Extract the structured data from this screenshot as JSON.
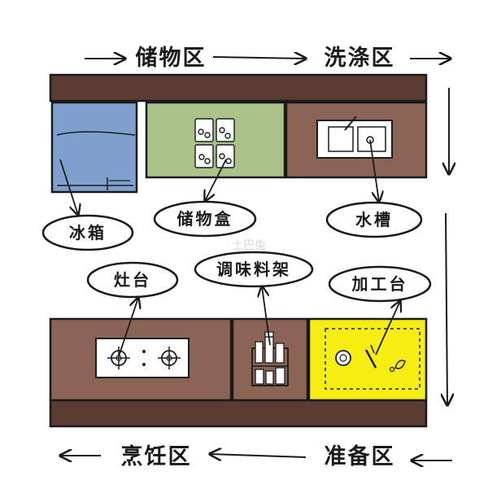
{
  "zones": {
    "storage": "储物区",
    "washing": "洗涤区",
    "cooking": "烹饪区",
    "prep": "准备区"
  },
  "labels": {
    "fridge": "冰箱",
    "storage_box": "储物盒",
    "sink": "水槽",
    "stove": "灶台",
    "spice_rack": "调味料架",
    "work_counter": "加工台"
  },
  "watermark": "土巴兔",
  "colors": {
    "counter_brown": "#5a3c33",
    "cabinet_brown": "#8c6455",
    "fridge_blue": "#7f9fce",
    "storage_green": "#a9c288",
    "prep_yellow": "#f6ee12",
    "outline": "#1a1a1a"
  }
}
